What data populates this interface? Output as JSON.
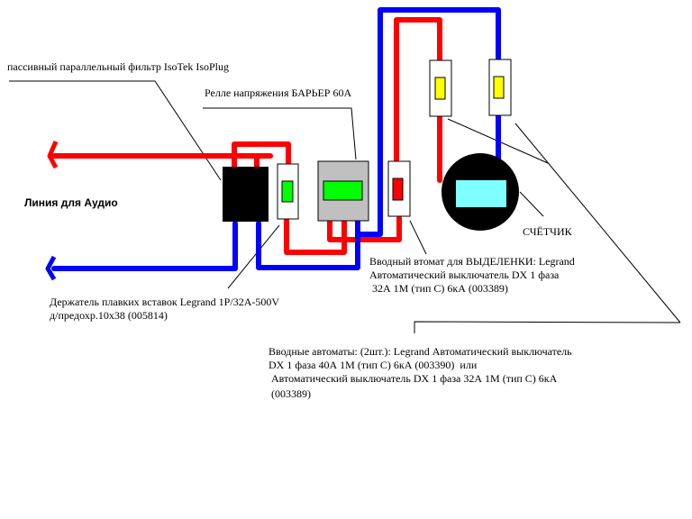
{
  "colors": {
    "phase": "#ff0000",
    "neutral": "#0000ff",
    "filter_body": "#000000",
    "device_body": "#ffffff",
    "relay_body": "#c0c0c0",
    "indicator_green": "#00ff00",
    "indicator_red": "#ff0000",
    "indicator_yellow": "#ffff00",
    "meter_body": "#000000",
    "meter_display": "#80ffff",
    "leader_line": "#000000"
  },
  "labels": {
    "filter": "пассивный параллельный фильтр IsoTek IsoPlug",
    "relay": "Релле напряжения БАРЬЕР 60А",
    "audio_line": "Линия для Аудио",
    "fuse_holder": [
      "Держатель плавких вставок Legrand 1P/32A-500V",
      "д/предохр.10х38 (005814)"
    ],
    "dedicated_breaker": [
      "Вводный втомат для ВЫДЕЛЕНКИ: Legrand",
      "Автоматический выключатель DX 1 фаза",
      " 32А 1М (тип С) 6кА (003389)"
    ],
    "meter": "СЧЁТЧИК",
    "input_breakers": [
      "Вводные автоматы: (2шт.): Legrand Автоматический выключатель",
      "DX 1 фаза 40А 1М (тип С) 6кА (003390)  или",
      " Автоматический выключатель DX 1 фаза 32А 1М (тип С) 6кА",
      " (003389)"
    ]
  },
  "components": [
    {
      "id": "filter",
      "type": "filter-block",
      "name": "IsoTek IsoPlug"
    },
    {
      "id": "fuse-holder",
      "type": "fuse-holder",
      "indicator": "green"
    },
    {
      "id": "relay",
      "type": "voltage-relay",
      "indicator": "green"
    },
    {
      "id": "dedicated-breaker",
      "type": "breaker",
      "indicator": "red"
    },
    {
      "id": "input-breaker-1",
      "type": "breaker",
      "indicator": "yellow"
    },
    {
      "id": "input-breaker-2",
      "type": "breaker",
      "indicator": "yellow"
    },
    {
      "id": "meter",
      "type": "electricity-meter"
    }
  ]
}
